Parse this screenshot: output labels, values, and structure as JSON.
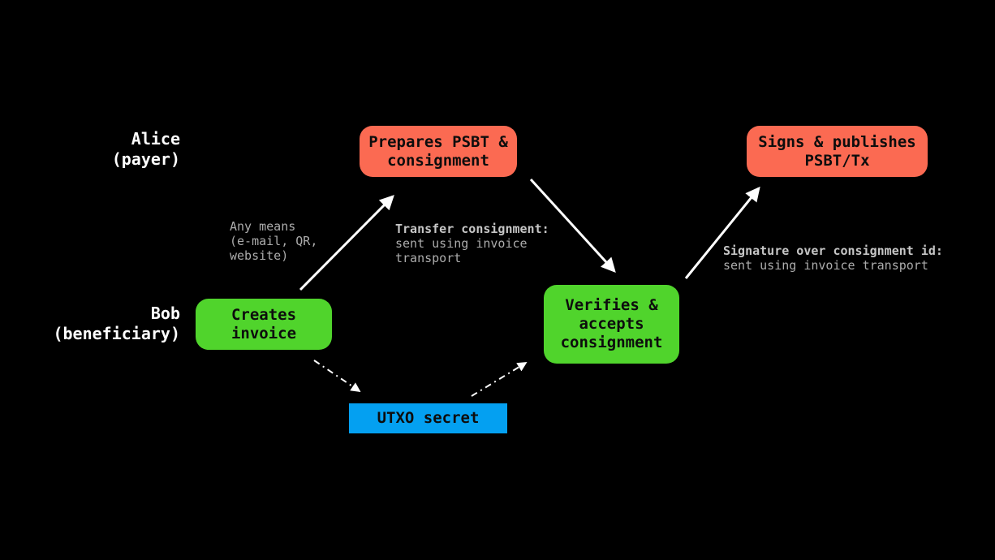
{
  "colors": {
    "background": "#000000",
    "red_node": "#fb6a52",
    "green_node": "#50d42c",
    "blue_node": "#04a0f1",
    "arrow": "#ffffff",
    "node_text": "#0d0d0d",
    "actor_text": "#ffffff",
    "annotation_title": "#c6c6c6",
    "annotation_body": "#acacac"
  },
  "actors": {
    "alice": {
      "name": "Alice",
      "role": "(payer)"
    },
    "bob": {
      "name": "Bob",
      "role": "(beneficiary)"
    }
  },
  "nodes": {
    "prepares": {
      "label": "Prepares PSBT &\nconsignment",
      "color": "#fb6a52"
    },
    "signs": {
      "label": "Signs & publishes\nPSBT/Tx",
      "color": "#fb6a52"
    },
    "creates": {
      "label": "Creates\ninvoice",
      "color": "#50d42c"
    },
    "verifies": {
      "label": "Verifies &\naccepts\nconsignment",
      "color": "#50d42c"
    },
    "utxo": {
      "label": "UTXO secret",
      "color": "#04a0f1"
    }
  },
  "annotations": {
    "any_means": {
      "text": "Any means\n(e-mail, QR,\nwebsite)"
    },
    "transfer": {
      "title": "Transfer consignment:",
      "body": "sent using invoice\ntransport"
    },
    "signature": {
      "title": "Signature over consignment id:",
      "body": "sent using invoice transport"
    }
  },
  "edges": [
    {
      "name": "invoice-to-alice",
      "from": "creates",
      "to": "prepares",
      "style": "solid"
    },
    {
      "name": "consignment-to-bob",
      "from": "prepares",
      "to": "verifies",
      "style": "solid"
    },
    {
      "name": "acceptance-to-alice",
      "from": "verifies",
      "to": "signs",
      "style": "solid"
    },
    {
      "name": "secret-from-invoice",
      "from": "creates",
      "to": "utxo",
      "style": "dash-dot"
    },
    {
      "name": "secret-to-verification",
      "from": "utxo",
      "to": "verifies",
      "style": "dash-dot"
    }
  ]
}
